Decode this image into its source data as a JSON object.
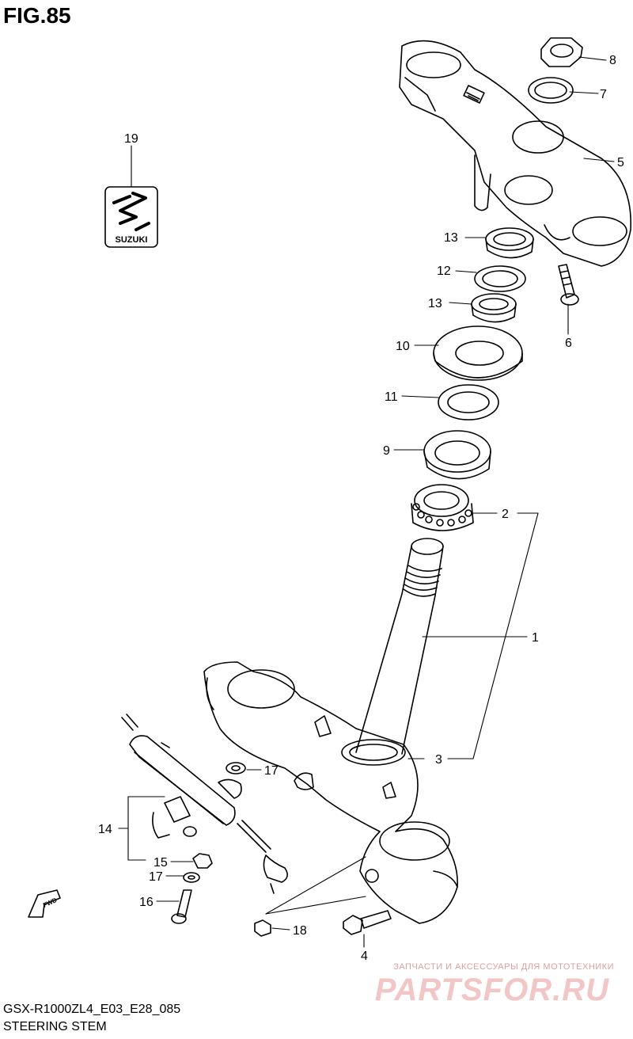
{
  "figure": {
    "title": "FIG.85",
    "model_code": "GSX-R1000ZL4_E03_E28_085",
    "section_name": "STEERING STEM"
  },
  "watermark": {
    "tagline": "ЗАПЧАСТИ И АКСЕССУАРЫ ДЛЯ МОТОТЕХНИКИ",
    "brand": "PARTSFOR.RU"
  },
  "emblem": {
    "text": "SUZUKI"
  },
  "fwd_arrow": {
    "text": "FWD"
  },
  "callouts": [
    "8",
    "7",
    "5",
    "19",
    "13",
    "12",
    "13",
    "6",
    "10",
    "11",
    "9",
    "2",
    "1",
    "3",
    "17",
    "14",
    "15",
    "17",
    "16",
    "18",
    "4"
  ]
}
